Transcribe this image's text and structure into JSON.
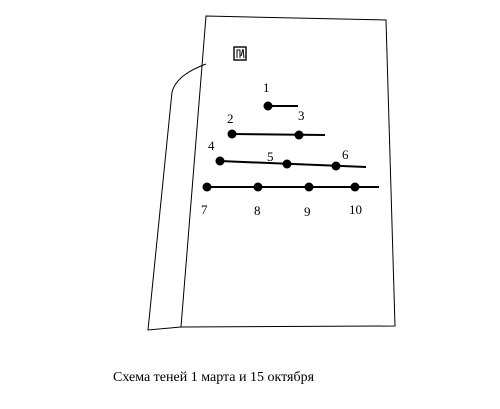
{
  "colors": {
    "ink": "#000000",
    "paper": "#ffffff"
  },
  "icon": "framed-figure-icon",
  "points": [
    {
      "id": "point-1",
      "label": "1"
    },
    {
      "id": "point-2",
      "label": "2"
    },
    {
      "id": "point-3",
      "label": "3"
    },
    {
      "id": "point-4",
      "label": "4"
    },
    {
      "id": "point-5",
      "label": "5"
    },
    {
      "id": "point-6",
      "label": "6"
    },
    {
      "id": "point-7",
      "label": "7"
    },
    {
      "id": "point-8",
      "label": "8"
    },
    {
      "id": "point-9",
      "label": "9"
    },
    {
      "id": "point-10",
      "label": "10"
    }
  ],
  "caption": "Схема теней 1 марта и 15 октября"
}
